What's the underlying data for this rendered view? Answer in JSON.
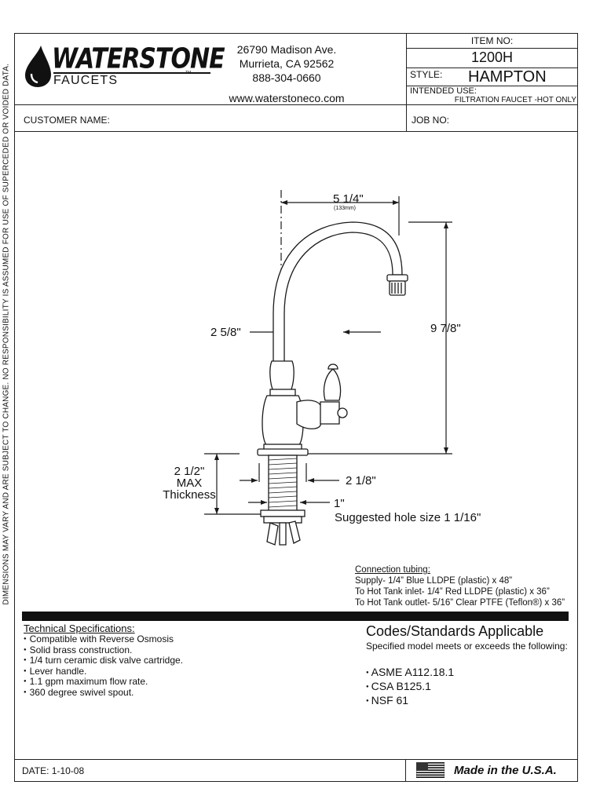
{
  "company": {
    "logo_name": "WATERSTONE",
    "logo_sub": "FAUCETS",
    "address_line1": "26790 Madison Ave.",
    "address_line2": "Murrieta, CA 92562",
    "phone": "888-304-0660",
    "website": "www.waterstoneco.com"
  },
  "header": {
    "item_label": "ITEM NO:",
    "item_value": "1200H",
    "style_label": "STYLE:",
    "style_value": "HAMPTON",
    "use_label": "INTENDED USE:",
    "use_value": "FILTRATION FAUCET -HOT ONLY",
    "customer_label": "CUSTOMER NAME:",
    "job_label": "JOB NO:"
  },
  "side_note": "DIMENSIONS MAY VARY AND ARE SUBJECT TO CHANGE. NO RESPONSIBILITY IS ASSUMED FOR USE OF SUPERCEDED OR VOIDED DATA.",
  "dimensions": {
    "reach": "5 1/4\"",
    "reach_mm": "(133mm)",
    "center_offset": "2 5/8\"",
    "height": "9 7/8\"",
    "thickness_line1": "2 1/2\"",
    "thickness_line2": "MAX",
    "thickness_line3": "Thickness",
    "base": "2 1/8\"",
    "shank": "1\"",
    "hole": "Suggested hole size 1 1/16\""
  },
  "tubing": {
    "title": "Connection tubing:",
    "supply": "Supply- 1/4” Blue LLDPE (plastic) x 48”",
    "inlet": "To Hot Tank inlet- 1/4” Red LLDPE (plastic) x 36”",
    "outlet": "To Hot Tank outlet- 5/16” Clear PTFE (Teflon®) x 36”"
  },
  "specs": {
    "title": "Technical Specifications:",
    "items": [
      "Compatible with Reverse Osmosis",
      "Solid brass construction.",
      "1/4 turn ceramic disk valve cartridge.",
      "Lever handle.",
      "1.1 gpm maximum flow rate.",
      "360 degree swivel spout."
    ]
  },
  "codes": {
    "title": "Codes/Standards Applicable",
    "subtitle": "Specified model meets or exceeds the following:",
    "items": [
      "ASME A112.18.1",
      "CSA B125.1",
      "NSF 61"
    ]
  },
  "footer": {
    "date": "DATE: 1-10-08",
    "made_in": "Made in the U.S.A."
  },
  "colors": {
    "ink": "#111111",
    "rule": "#1a1a1a"
  }
}
